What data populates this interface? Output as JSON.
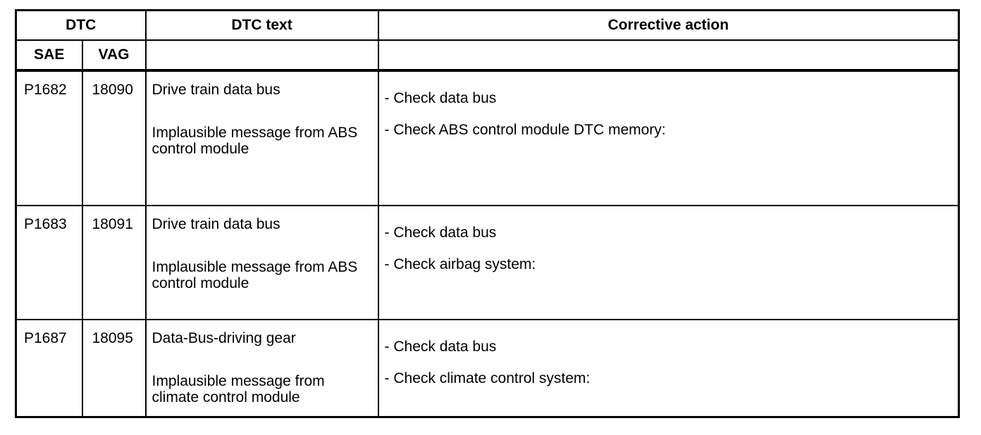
{
  "colors": {
    "border": "#000000",
    "text": "#000000",
    "background": "#ffffff"
  },
  "table": {
    "header": {
      "dtc_group_label": "DTC",
      "sae_label": "SAE",
      "vag_label": "VAG",
      "dtc_text_label": "DTC text",
      "corrective_action_label": "Corrective action"
    },
    "rows": [
      {
        "sae": "P1682",
        "vag": "18090",
        "dtc_text_lines": [
          "Drive train data bus",
          "Implausible message from ABS control module"
        ],
        "corrective_actions": [
          "- Check data bus",
          "- Check ABS control module DTC memory:"
        ]
      },
      {
        "sae": "P1683",
        "vag": "18091",
        "dtc_text_lines": [
          "Drive train data bus",
          "Implausible message from ABS control module"
        ],
        "corrective_actions": [
          "- Check data bus",
          "- Check airbag system:"
        ]
      },
      {
        "sae": "P1687",
        "vag": "18095",
        "dtc_text_lines": [
          "Data-Bus-driving gear",
          "Implausible message from climate control module"
        ],
        "corrective_actions": [
          "- Check data bus",
          "- Check climate control system:"
        ]
      }
    ]
  }
}
